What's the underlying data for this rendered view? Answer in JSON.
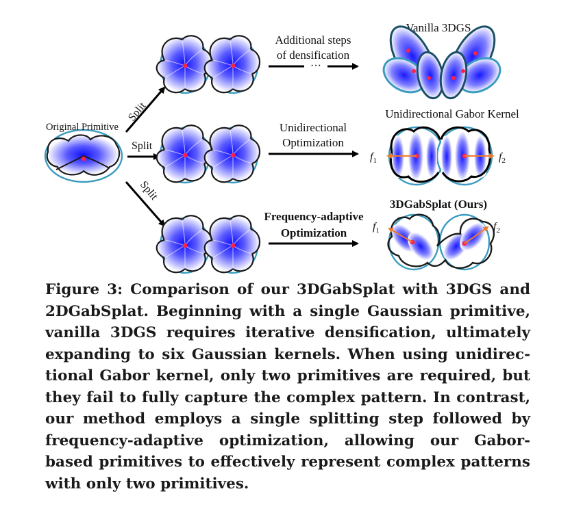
{
  "figure": {
    "labels": {
      "original": "Original Primitive",
      "split_top": "Split",
      "split_mid": "Split",
      "split_bot": "Split",
      "additional_1": "Additional steps",
      "additional_2": "of densification",
      "ellipsis": "···",
      "vanilla": "Vanilla 3DGS",
      "uni_opt_1": "Unidirectional",
      "uni_opt_2": "Optimization",
      "uni_gabor": "Unidirectional Gabor Kernel",
      "freq_1": "Frequency-adaptive",
      "freq_2": "Optimization",
      "ours": "3DGabSplat (Ours)",
      "f": "f",
      "sub1": "1",
      "sub2": "2"
    },
    "colors": {
      "kernel_outline": "#3a9bbf",
      "shape_outline": "#1a1a1a",
      "gaussian_core": "#1a1aff",
      "center_dot": "#ff2244",
      "frequency_arrow": "#f07a2a"
    }
  },
  "caption": {
    "label": "Figure 3:",
    "text": "Comparison of our 3DGabSplat with 3DGS and 2DGabSplat. Beginning with a single Gaussian primitive, vanilla 3DGS requires iterative densification, ultimately expanding to six Gaussian kernels. When using unidirec­tional Gabor kernel, only two primitives are required, but they fail to fully capture the complex pattern. In contrast, our method employs a single splitting step followed by frequency-adaptive optimization, allowing our Gabor-based primitives to effectively represent complex patterns with only two primitives."
  }
}
